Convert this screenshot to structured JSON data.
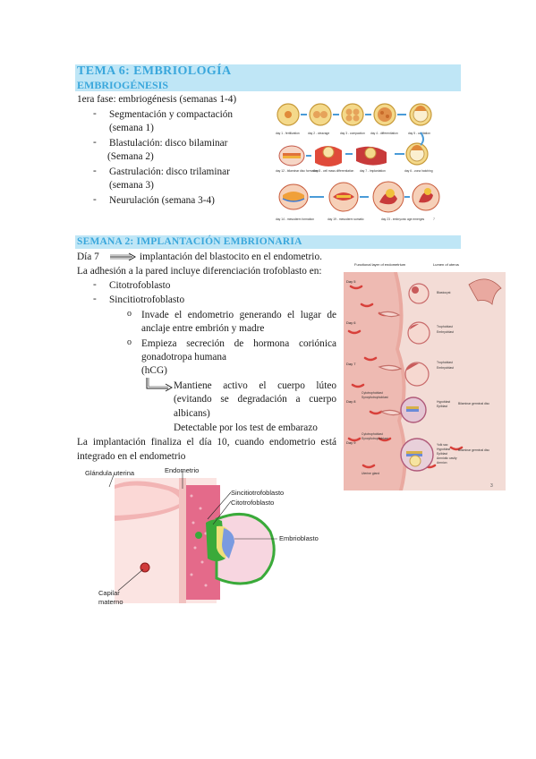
{
  "header": {
    "title": "TEMA 6:  EMBRIOLOGÍA",
    "subtitle": "EMBRIOGÉNESIS"
  },
  "fase": {
    "intro": "1era fase: embriogénesis (semanas 1-4)",
    "items": [
      {
        "line1": "Segmentación y compactación",
        "line2": "(semana 1)"
      },
      {
        "line1": "Blastulación: disco bilaminar",
        "line2": "(Semana 2)"
      },
      {
        "line1": "Gastrulación: disco trilaminar",
        "line2": "(semana 3)"
      },
      {
        "line1": "Neurulación (semana 3-4)",
        "line2": ""
      }
    ]
  },
  "figure1": {
    "page_number": "7",
    "labels": [
      "day 1 - fertilization",
      "day 2 - cleavage",
      "day 3 - compaction",
      "day 4 - differentiation",
      "day 5 - cavitation",
      "day 12 - bilaminar disc formation",
      "day 8 - cell mass differentiation",
      "day 7 - implantation",
      "day 6 - zona hatching",
      "day 14 - mesoderm formation",
      "day 19 - mesoderm somatic",
      "day 23 - embryonic age emerges"
    ]
  },
  "semana2": {
    "header": "SEMANA 2: IMPLANTACIÓN EMBRIONARIA",
    "dia": "Día 7",
    "dia_text": "implantación del blastocito en el endometrio.",
    "adhesion": "La adhesión a la pared incluye diferenciación trofoblasto en:",
    "items": [
      "Citotrofoblasto",
      "Sincitiotrofoblasto"
    ],
    "subitems": [
      {
        "l1": "Invade el endometrio generando el lugar de",
        "l2": "anclaje entre embrión y madre"
      },
      {
        "l1": "Empieza secreción de hormona coriónica",
        "l2": "gonadotropa humana",
        "l3": "(hCG)"
      }
    ],
    "arrow_lines": [
      "Mantiene activo el cuerpo lúteo",
      "(evitando se degradación a cuerpo",
      "albicans)"
    ],
    "detectable": "Detectable por los test de embarazo",
    "final1": "La implantación finaliza el día 10, cuando endometrio está",
    "final2": "integrado en el endometrio"
  },
  "figure2": {
    "page_number": "3",
    "top_left": "Functional layer of endometrium",
    "top_right": "Lumen of uterus",
    "days": [
      "Day 5",
      "Day 6",
      "Day 7",
      "Day 8",
      "Day 9"
    ],
    "labels": [
      "Blastocyst",
      "Trophoblast",
      "Embryoblast",
      "Trophoblast",
      "Embryoblast",
      "Cytotrophoblast",
      "Syncytiotrophoblast",
      "Hypoblast",
      "Epiblast",
      "Bilaminar germinal disc",
      "Cytotrophoblast",
      "Syncytiotrophoblast",
      "Yolk sac",
      "Hypoblast",
      "Epiblast",
      "Amniotic cavity",
      "Amnion",
      "Bilaminar germinal disc",
      "Uterine gland"
    ]
  },
  "figure3": {
    "glandula": "Glándula uterina",
    "endometrio": "Endometrio",
    "sincitio": "Sincitiotrofoblasto",
    "citotrofo": "Citotrofoblasto",
    "embrioblasto": "Embrioblasto",
    "capilar1": "Capilar",
    "capilar2": "materno"
  }
}
